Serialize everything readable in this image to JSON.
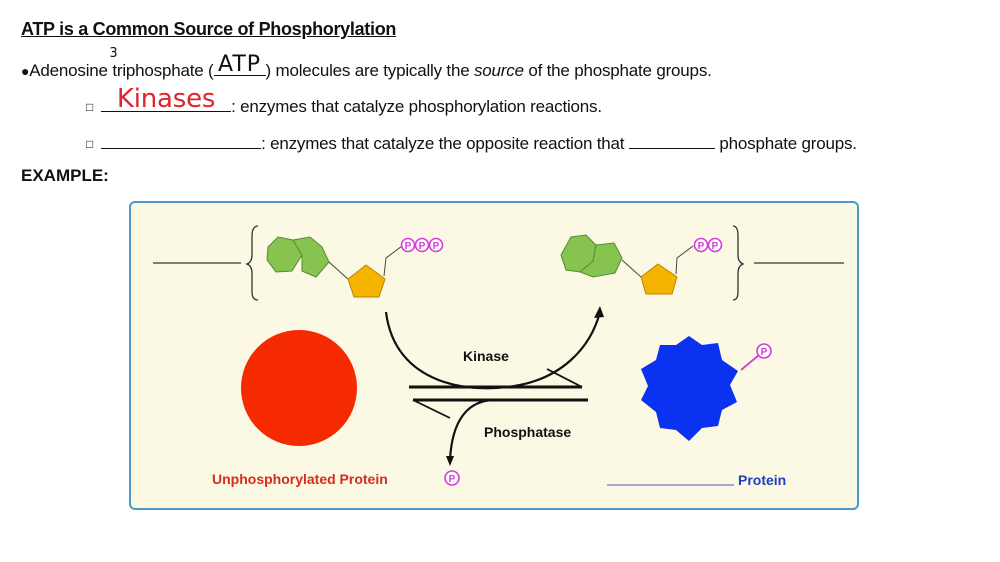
{
  "title": "ATP is a Common Source of Phosphorylation",
  "bullet": {
    "marker": "●",
    "prefix": "Adenosine triphosphate (",
    "handwritten_superscript": "3",
    "blank_answer": "ATP",
    "suffix_before_italic": ") molecules are typically the ",
    "italic": "source",
    "suffix": " of the phosphate groups."
  },
  "sub_items": [
    {
      "checkbox": "□",
      "blank_answer": "Kinases",
      "text": ": enzymes that catalyze phosphorylation reactions."
    },
    {
      "checkbox": "□",
      "blank_answer": "",
      "text_before": ": enzymes that catalyze the opposite reaction that ",
      "text_after": " phosphate groups."
    }
  ],
  "example_label": "EXAMPLE:",
  "diagram": {
    "left_molecule": {
      "phosphates": [
        "P",
        "P",
        "P"
      ]
    },
    "right_molecule": {
      "phosphates": [
        "P",
        "P"
      ]
    },
    "kinase_label": "Kinase",
    "phosphatase_label": "Phosphatase",
    "released_phosphate": "P",
    "unphosphorylated_label": "Unphosphorylated Protein",
    "phosphorylated_label": "Protein",
    "protein_phosphate": "P",
    "colors": {
      "panel_bg": "#fbf8e4",
      "panel_border": "#4a9bc7",
      "nucleobase": "#86c34f",
      "ribose": "#f5b400",
      "phosphate": "#d63ddb",
      "unphosphorylated_protein": "#f52a00",
      "phosphorylated_protein": "#0a32f0",
      "unphosphorylated_label": "#d62d1e",
      "phosphorylated_label": "#1f3fbf",
      "handwriting_red": "#e0242b"
    }
  }
}
